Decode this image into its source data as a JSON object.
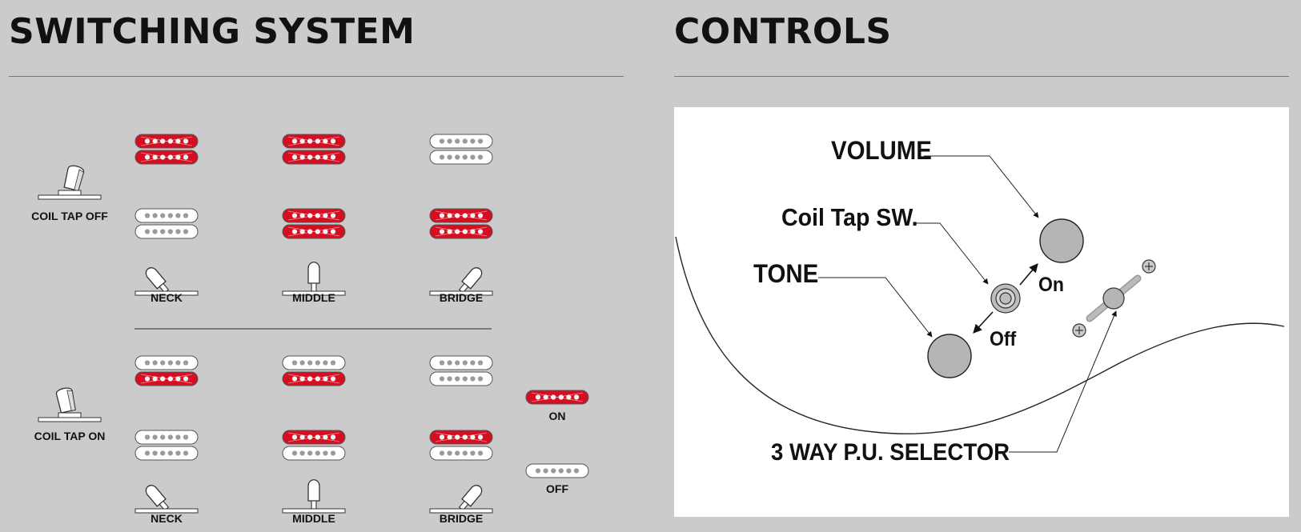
{
  "switching": {
    "title": "SWITCHING SYSTEM",
    "groups": [
      {
        "label": "COIL TAP OFF",
        "rows": [
          [
            "both-on",
            "both-on",
            "both-off"
          ],
          [
            "both-off",
            "both-on",
            "both-on"
          ]
        ],
        "positions": [
          {
            "label": "NECK",
            "lever": "left"
          },
          {
            "label": "MIDDLE",
            "lever": "center"
          },
          {
            "label": "BRIDGE",
            "lever": "right"
          }
        ]
      },
      {
        "label": "COIL TAP ON",
        "rows": [
          [
            "bottom-on",
            "bottom-on",
            "both-off"
          ],
          [
            "both-off",
            "top-on",
            "top-on"
          ]
        ],
        "positions": [
          {
            "label": "NECK",
            "lever": "left"
          },
          {
            "label": "MIDDLE",
            "lever": "center"
          },
          {
            "label": "BRIDGE",
            "lever": "right"
          }
        ]
      }
    ],
    "legend": {
      "on": "ON",
      "off": "OFF"
    },
    "colors": {
      "on": "#d50f21",
      "off": "#ffffff",
      "pole": "#9a9a9a"
    }
  },
  "controls": {
    "title": "CONTROLS",
    "labels": {
      "volume": "VOLUME",
      "coil_tap": "Coil Tap SW.",
      "tone": "TONE",
      "on": "On",
      "off": "Off",
      "selector": "3 WAY P.U. SELECTOR"
    }
  }
}
